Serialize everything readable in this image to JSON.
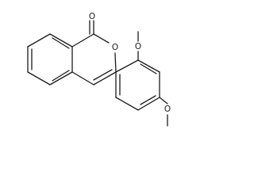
{
  "structure": {
    "atoms": {
      "carbonyl_oxygen": "O",
      "ring_oxygen": "O",
      "methoxy_2_oxygen": "O",
      "methoxy_4_oxygen": "O"
    }
  }
}
